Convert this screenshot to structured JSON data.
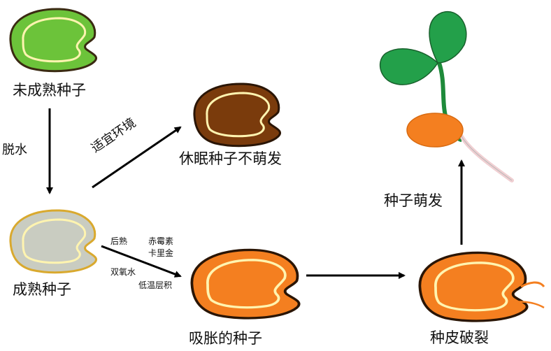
{
  "stages": {
    "immature": "未成熟种子",
    "dormant": "休眠种子不萌发",
    "mature": "成熟种子",
    "imbibed": "吸胀的种子",
    "coat_split": "种皮破裂"
  },
  "steps": {
    "dehydration": "脱水",
    "suitable_env": "适宜环境",
    "germination": "种子萌发"
  },
  "factors": {
    "after_ripening": "后熟",
    "gibberellin": "赤霉素",
    "karrikin": "卡里金",
    "hydrogen_peroxide": "双氧水",
    "cold_stratification": "低温层积"
  },
  "colors": {
    "immature_seed": "#6cc33a",
    "dormant_seed": "#7a3b0c",
    "mature_seed": "#c9ccc1",
    "imbibed_seed": "#f47f20",
    "embryo_line": "#fff4b0",
    "seedling_leaf": "#23a04a",
    "arrow": "#000000"
  }
}
